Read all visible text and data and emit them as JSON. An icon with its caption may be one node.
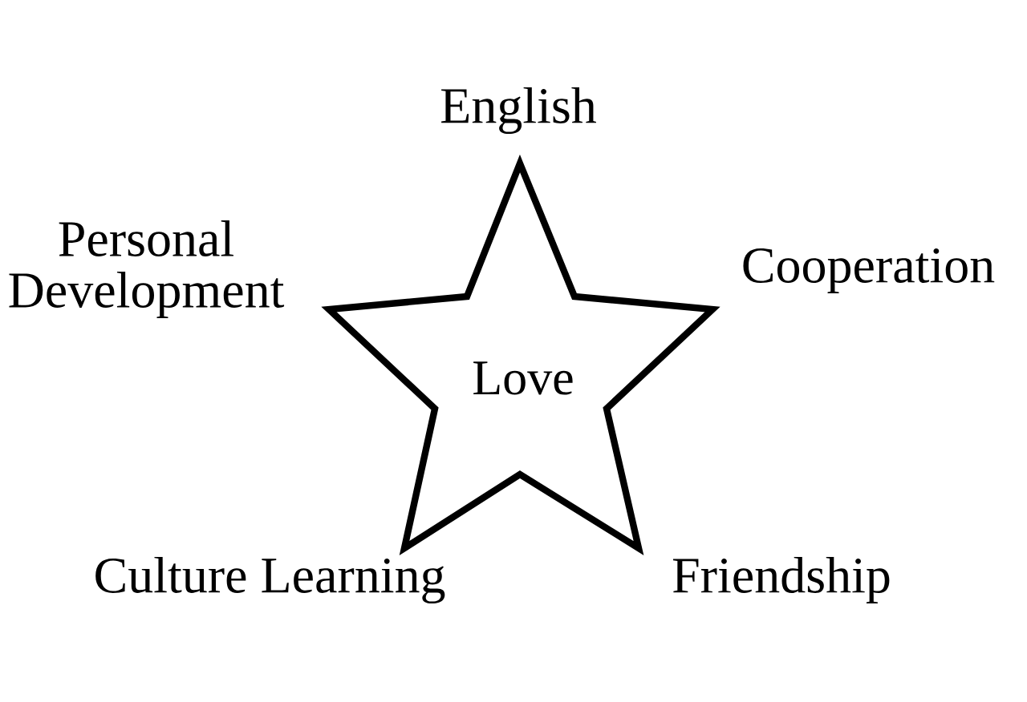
{
  "diagram": {
    "nodes": [
      {
        "text": [
          "Love"
        ]
      }
    ],
    "labels": [
      "English",
      "Personal Development",
      "Cooperation",
      "Culture Learning",
      "Friendship"
    ]
  }
}
